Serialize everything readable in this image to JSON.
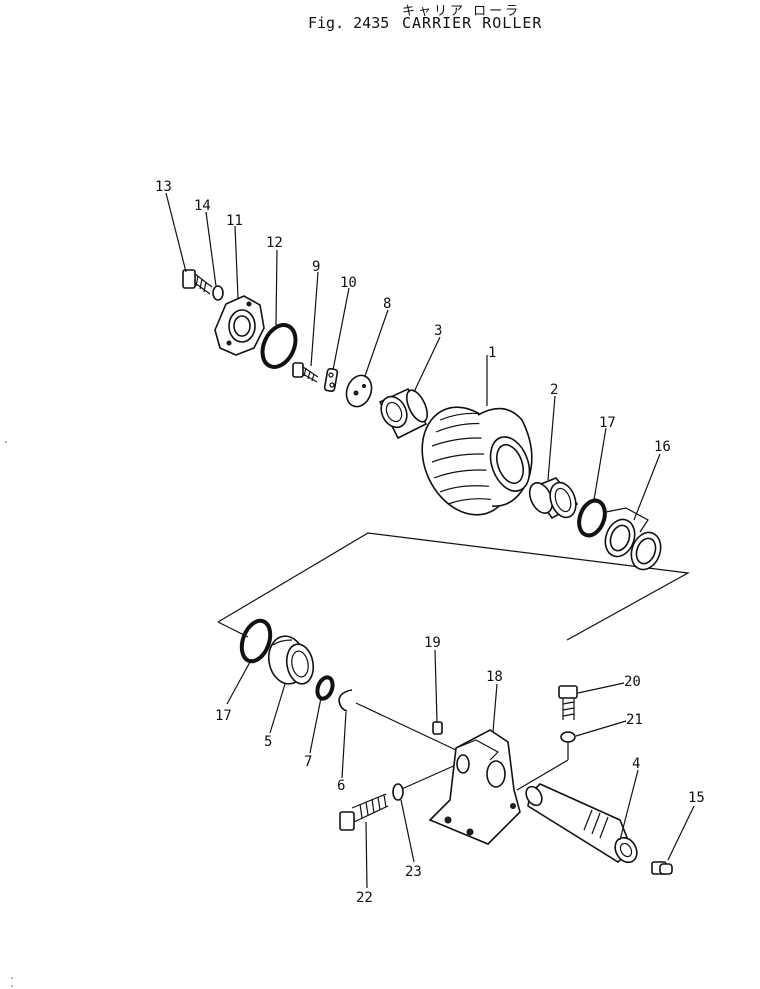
{
  "header": {
    "japanese_title": "キャリア ローラ",
    "figure_number": "Fig. 2435",
    "title": "CARRIER ROLLER"
  },
  "callouts": [
    "1",
    "2",
    "3",
    "4",
    "5",
    "6",
    "7",
    "8",
    "9",
    "10",
    "11",
    "12",
    "13",
    "14",
    "15",
    "16",
    "17",
    "17",
    "18",
    "19",
    "20",
    "21",
    "22",
    "23"
  ],
  "colors": {
    "ink": "#111111",
    "paper": "#ffffff"
  }
}
